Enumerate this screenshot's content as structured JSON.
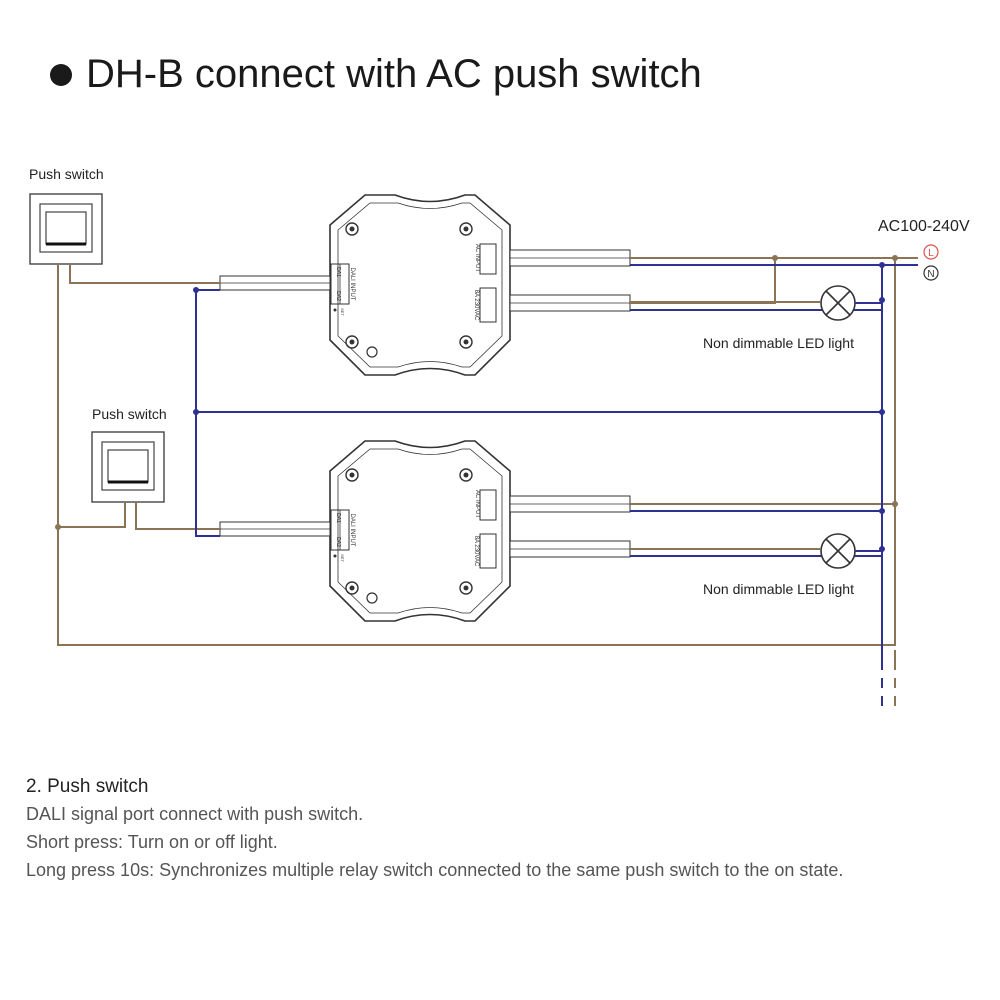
{
  "title": "DH-B connect with AC push switch",
  "labels": {
    "push_switch_top": "Push switch",
    "push_switch_mid": "Push switch",
    "supply": "AC100-240V",
    "live": "L",
    "neutral": "N",
    "led_light_top": "Non dimmable LED light",
    "led_light_bottom": "Non dimmable LED light"
  },
  "module": {
    "dali_input": "DALI INPUT",
    "da1": "DA1",
    "da2": "DA2",
    "ac_input": "AC INPUT",
    "relay_rating": "8A 230VAC",
    "set": "SET"
  },
  "colors": {
    "live_wire": "#8b7355",
    "neutral_wire": "#2e3192",
    "line": "#333333"
  },
  "notes": {
    "heading": "2. Push switch",
    "line1": "DALI signal port connect with push switch.",
    "line2": "Short  press: Turn on or off light.",
    "line3": "Long  press 10s: Synchronizes multiple relay switch connected to the same push switch to the on state."
  }
}
